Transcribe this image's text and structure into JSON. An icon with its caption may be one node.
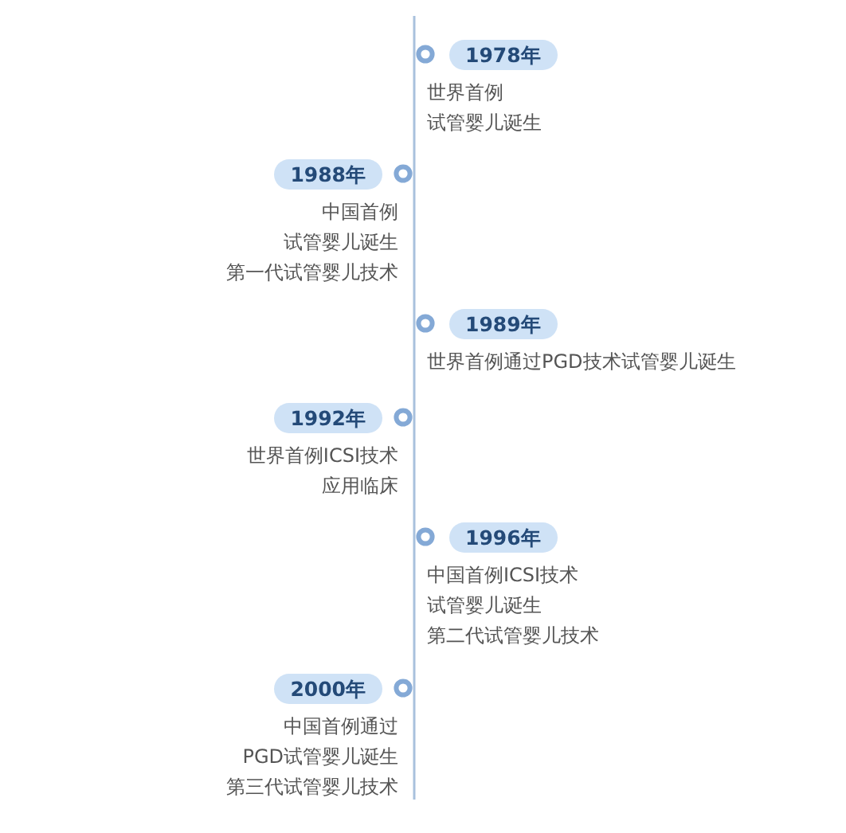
{
  "diagram": {
    "nodes": [
      {
        "text": [
          "1978年"
        ],
        "beside": [
          "世界首例",
          "试管婴儿诞生"
        ]
      },
      {
        "text": [
          "1988年"
        ],
        "beside": [
          "中国首例",
          "试管婴儿诞生",
          "第一代试管婴儿技术"
        ]
      },
      {
        "text": [
          "1989年"
        ],
        "beside": [
          "世界首例通过PGD技术试管婴儿诞生"
        ]
      },
      {
        "text": [
          "1992年"
        ],
        "beside": [
          "世界首例ICSI技术",
          "应用临床"
        ]
      },
      {
        "text": [
          "1996年"
        ],
        "beside": [
          "中国首例ICSI技术",
          "试管婴儿诞生",
          "第二代试管婴儿技术"
        ]
      },
      {
        "text": [
          "2000年"
        ],
        "beside": [
          "中国首例通过",
          "PGD试管婴儿诞生",
          "第三代试管婴儿技术"
        ]
      }
    ],
    "edges": []
  }
}
